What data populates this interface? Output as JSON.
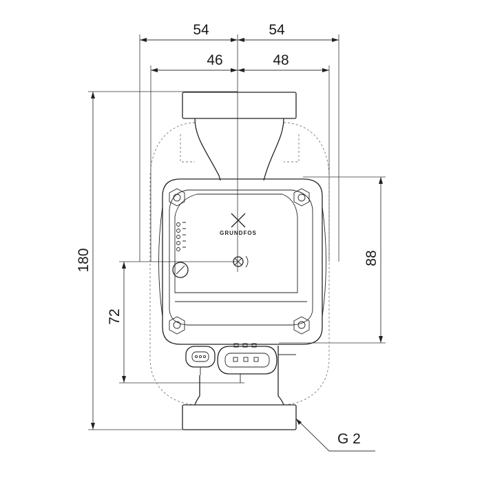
{
  "dimensions": {
    "top_left_outer": "54",
    "top_right_outer": "54",
    "top_left_inner": "46",
    "top_right_inner": "48",
    "total_height": "180",
    "lower_height": "72",
    "body_height": "88"
  },
  "thread_label": "G 2",
  "logo_text": "GRUNDFOS"
}
